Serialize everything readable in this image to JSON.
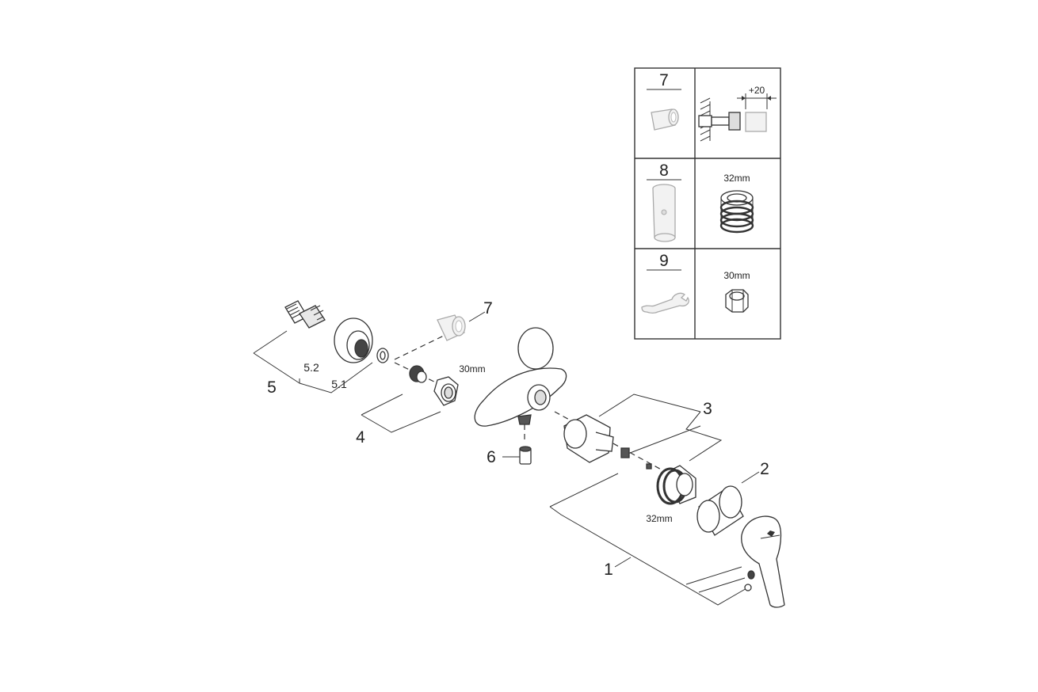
{
  "callouts": {
    "c1": "1",
    "c2": "2",
    "c3": "3",
    "c4": "4",
    "c5": "5",
    "c51": "5.1",
    "c52": "5.2",
    "c6": "6",
    "c7": "7"
  },
  "dimensions": {
    "nut_30mm": "30mm",
    "ring_32mm": "32mm"
  },
  "accessory_box": {
    "row1": {
      "number": "7",
      "dimension": "+20"
    },
    "row2": {
      "number": "8",
      "dimension": "32mm"
    },
    "row3": {
      "number": "9",
      "dimension": "30mm"
    }
  }
}
